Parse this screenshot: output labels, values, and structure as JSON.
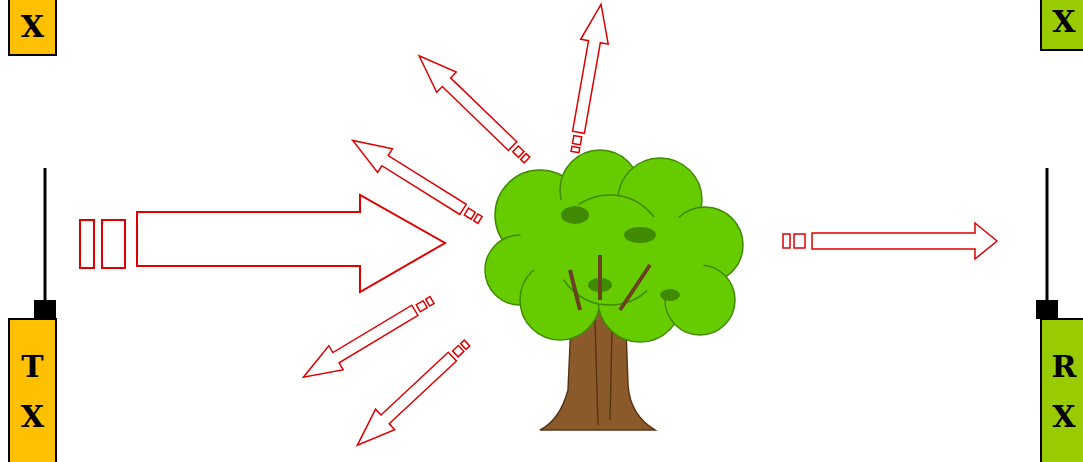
{
  "diagram": {
    "nodes": [
      {
        "text": [
          "X"
        ]
      },
      {
        "text": [
          "X"
        ]
      },
      {
        "text": [
          "T X"
        ]
      },
      {
        "text": [
          "R X"
        ]
      }
    ]
  }
}
